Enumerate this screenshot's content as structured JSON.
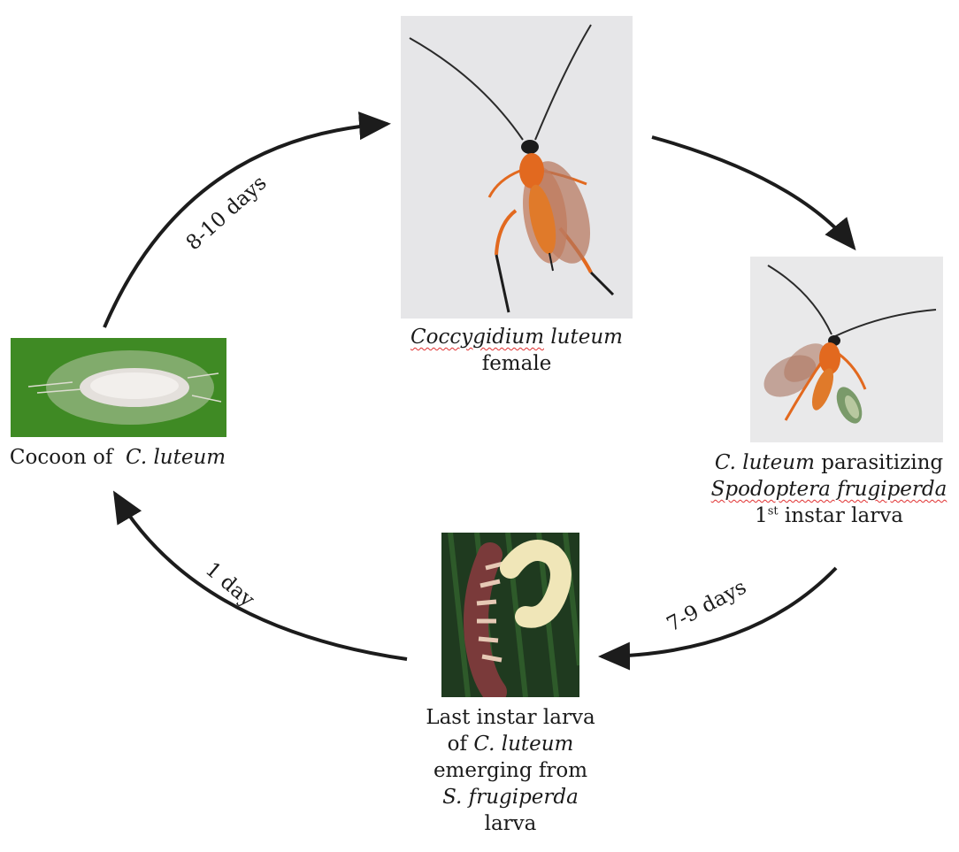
{
  "stages": {
    "adult": {
      "genus": "Coccygidium",
      "species": "luteum",
      "sex": "female"
    },
    "parasitizing": {
      "wasp": "C. luteum",
      "verb": "parasitizing",
      "host": "Spodoptera frugiperda",
      "instar_num": "1",
      "instar_sup": "st",
      "instar_rest": "instar larva"
    },
    "last_larva": {
      "line1": "Last instar larva",
      "line2_prefix": "of ",
      "line2_name": "C. luteum",
      "line3": "emerging from",
      "line4": "S. frugiperda",
      "line5": "larva"
    },
    "cocoon": {
      "prefix": "Cocoon of",
      "name": "C. luteum"
    }
  },
  "durations": {
    "cocoon_to_adult": "8-10 days",
    "parasitizing_to_last_larva": "7-9 days",
    "last_larva_to_cocoon": "1 day"
  },
  "colors": {
    "arrow": "#1c1c1c",
    "wasp": "#e2691f",
    "leaf": "#3f8a24",
    "spellcheck": "#e03030"
  }
}
